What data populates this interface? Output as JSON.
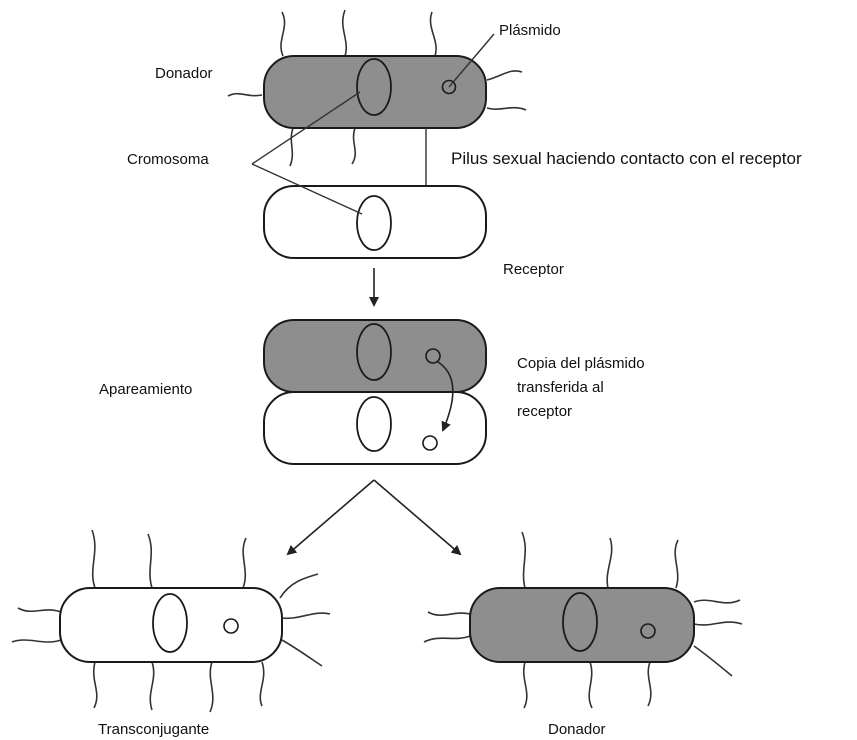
{
  "labels": {
    "donor_top": "Donador",
    "plasmid": "Plásmido",
    "chromosome": "Cromosoma",
    "pilus": "Pilus sexual haciendo contacto con el receptor",
    "receptor": "Receptor",
    "mating": "Apareamiento",
    "copy_line1": "Copia del plásmido",
    "copy_line2": "transferida al",
    "copy_line3": "receptor",
    "transconjugant": "Transconjugante",
    "donor_bottom": "Donador"
  },
  "colors": {
    "donor_fill": "#8e8e8e",
    "receptor_fill": "#ffffff",
    "outline": "#1a1a1a"
  }
}
